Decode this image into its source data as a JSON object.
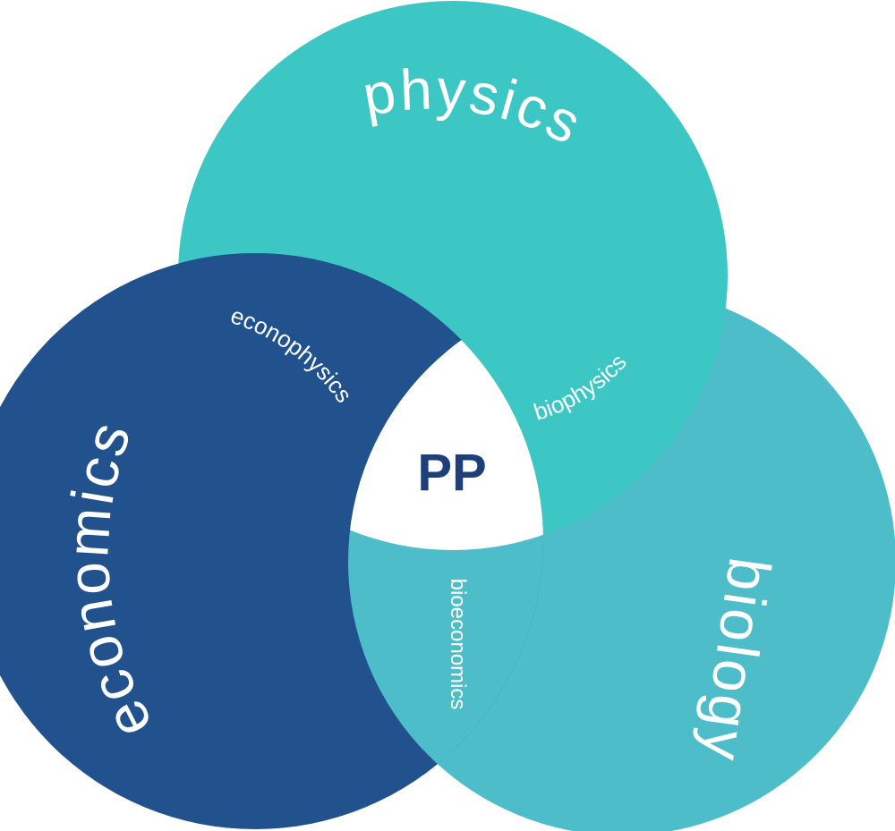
{
  "diagram": {
    "type": "venn",
    "sets": [
      {
        "id": "physics",
        "label": "physics",
        "color": "#3CC6C4"
      },
      {
        "id": "economics",
        "label": "economics",
        "color": "#21528E"
      },
      {
        "id": "biology",
        "label": "biology",
        "color": "#4DBDCA"
      }
    ],
    "intersections": [
      {
        "sets": [
          "economics",
          "physics"
        ],
        "label": "econophysics"
      },
      {
        "sets": [
          "physics",
          "biology"
        ],
        "label": "biophysics"
      },
      {
        "sets": [
          "economics",
          "biology"
        ],
        "label": "bioeconomics"
      }
    ],
    "center": {
      "label": "PP",
      "color": "#1F3F7A",
      "background": "#FFFFFF"
    }
  }
}
